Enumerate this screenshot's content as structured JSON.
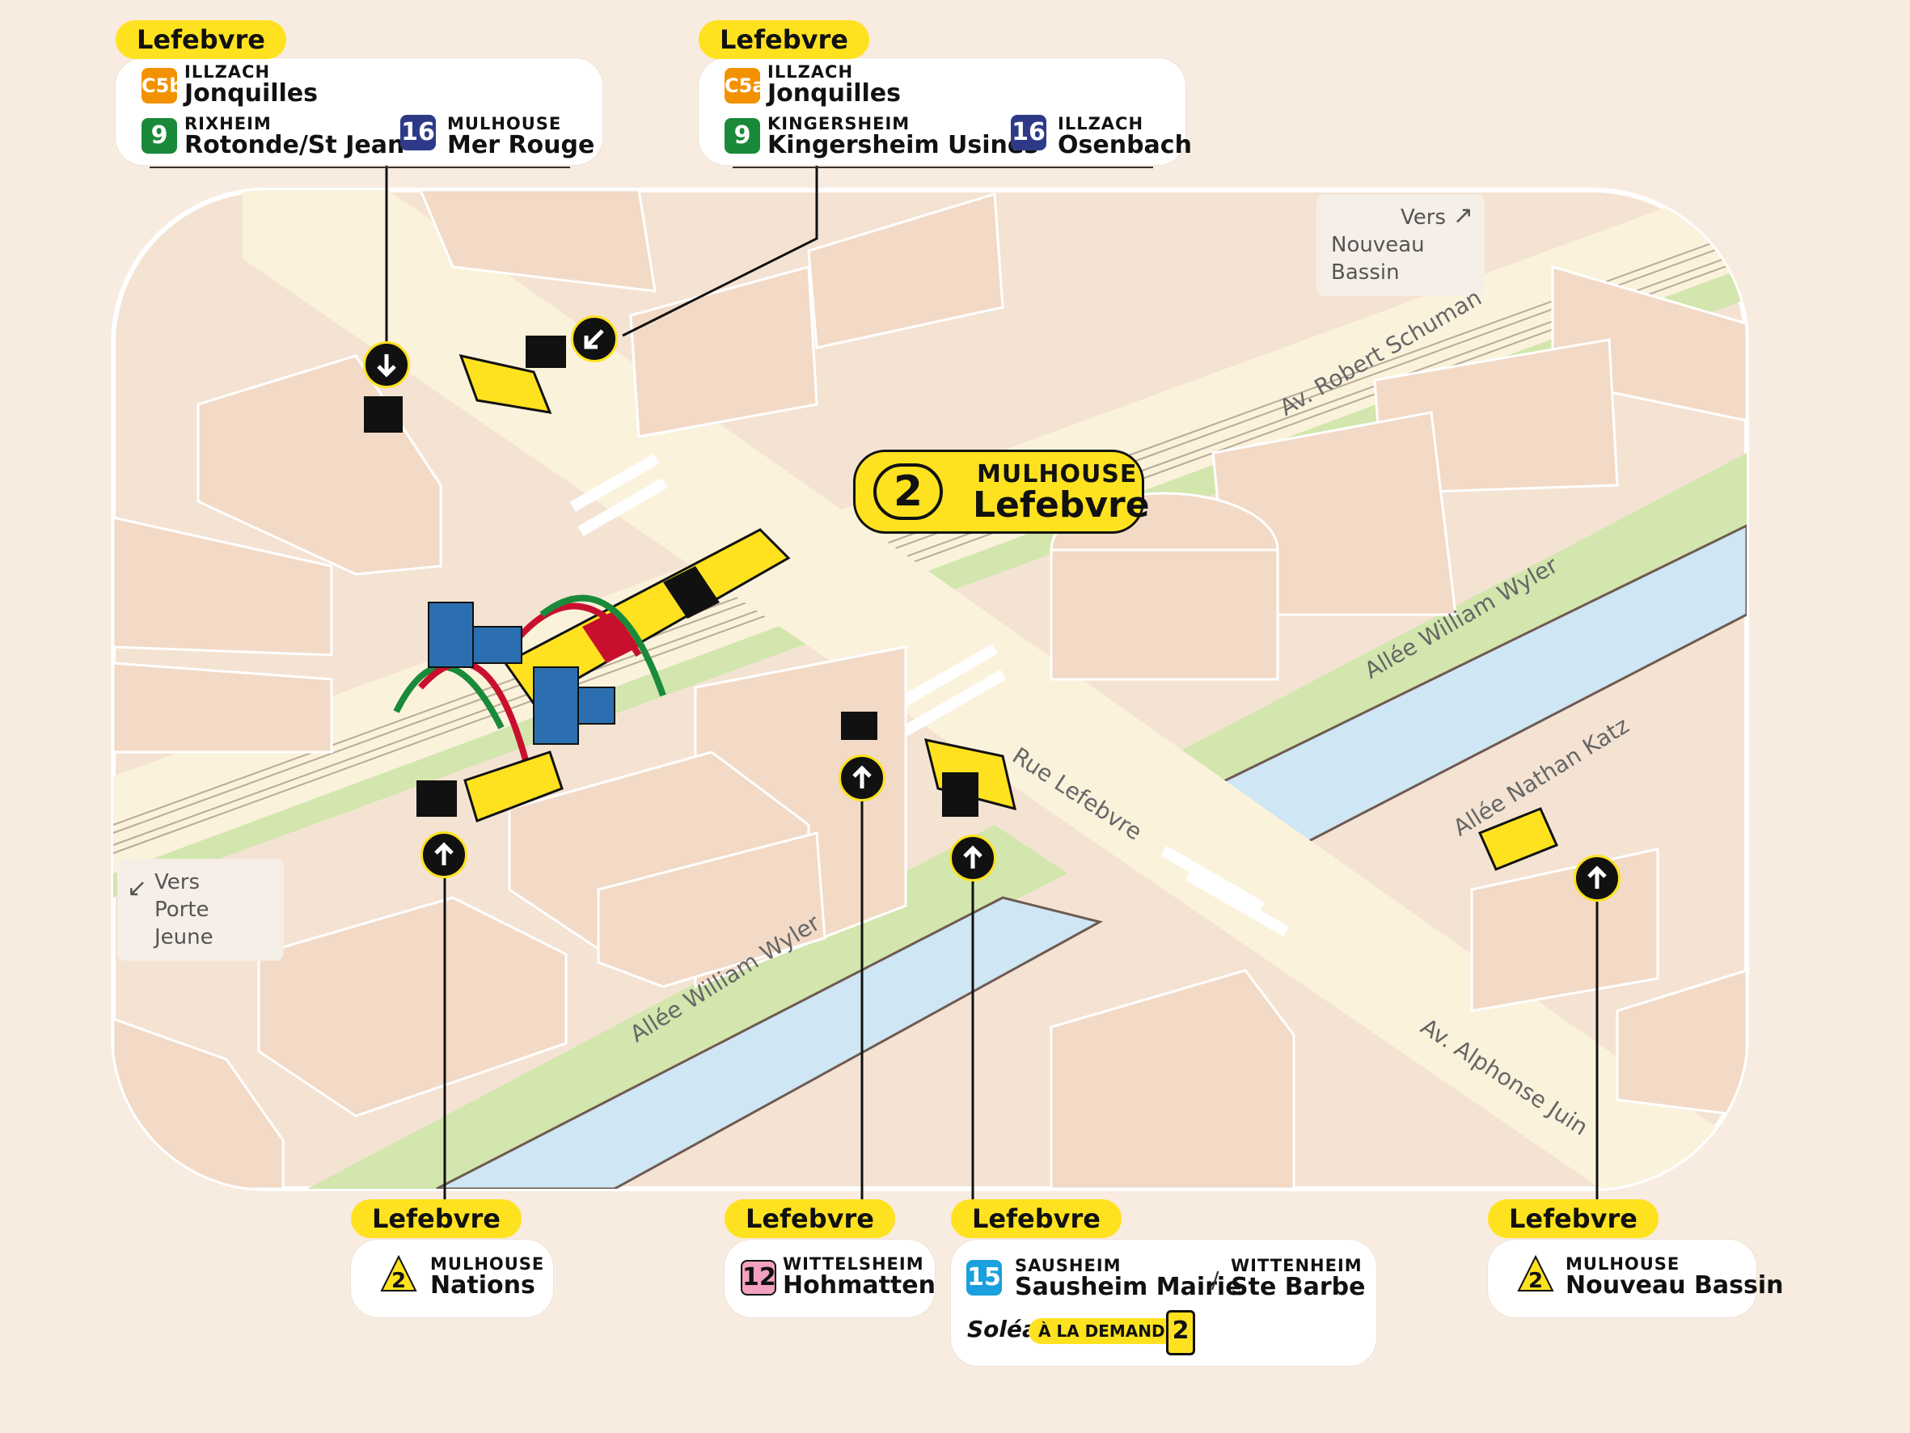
{
  "main_stop": {
    "line": "2",
    "city": "MULHOUSE",
    "name": "Lefebvre"
  },
  "colors": {
    "yellow": "#ffe21f",
    "background": "#f8ebe0",
    "water": "#cfe6f4",
    "grass": "#cde5a8",
    "building": "#f2dac6",
    "orange": "#f39200",
    "green": "#1a8a3a",
    "navy": "#2e3a87",
    "pink": "#f2a2c0",
    "cyan": "#1aa0dc"
  },
  "vers": {
    "nouveau_bassin": {
      "line1": "Vers",
      "line2": "Nouveau Bassin"
    },
    "porte_jeune": {
      "line1": "Vers",
      "line2": "Porte Jeune"
    }
  },
  "streets": {
    "robert_schuman": "Av.  Robert  Schuman",
    "wyler_north": "Allée  William  Wyler",
    "wyler_south": "Allée  William  Wyler",
    "rue_lefebvre": "Rue  Lefebvre",
    "nathan_katz": "Allée  Nathan  Katz",
    "alphonse_juin": "Av.  Alphonse  Juin"
  },
  "cards": {
    "top_left": {
      "label": "Lefebvre",
      "lines": [
        {
          "badge": "C5b",
          "color": "orange",
          "city": "ILLZACH",
          "stop": "Jonquilles"
        },
        {
          "badge": "9",
          "color": "green",
          "city": "RIXHEIM",
          "stop": "Rotonde/St Jean"
        },
        {
          "badge": "16",
          "color": "navy",
          "city": "MULHOUSE",
          "stop": "Mer Rouge"
        }
      ]
    },
    "top_right": {
      "label": "Lefebvre",
      "lines": [
        {
          "badge": "C5a",
          "color": "orange",
          "city": "ILLZACH",
          "stop": "Jonquilles"
        },
        {
          "badge": "9",
          "color": "green",
          "city": "KINGERSHEIM",
          "stop": "Kingersheim Usines"
        },
        {
          "badge": "16",
          "color": "navy",
          "city": "ILLZACH",
          "stop": "Osenbach"
        }
      ]
    },
    "bottom_1": {
      "label": "Lefebvre",
      "lines": [
        {
          "badge": "2",
          "color": "tram",
          "city": "MULHOUSE",
          "stop": "Nations"
        }
      ]
    },
    "bottom_2": {
      "label": "Lefebvre",
      "lines": [
        {
          "badge": "12",
          "color": "pink",
          "city": "WITTELSHEIM",
          "stop": "Hohmatten"
        }
      ]
    },
    "bottom_3": {
      "label": "Lefebvre",
      "lines": [
        {
          "badge": "15",
          "color": "cyan",
          "city": "SAUSHEIM",
          "stop": "Sausheim Mairie"
        },
        {
          "city": "WITTENHEIM",
          "stop": "Ste Barbe"
        }
      ],
      "separator": "/",
      "solea": "Soléa",
      "demand": "À LA DEMANDE",
      "demand_badge": "2"
    },
    "bottom_4": {
      "label": "Lefebvre",
      "lines": [
        {
          "badge": "2",
          "color": "tram",
          "city": "MULHOUSE",
          "stop": "Nouveau Bassin"
        }
      ]
    }
  }
}
